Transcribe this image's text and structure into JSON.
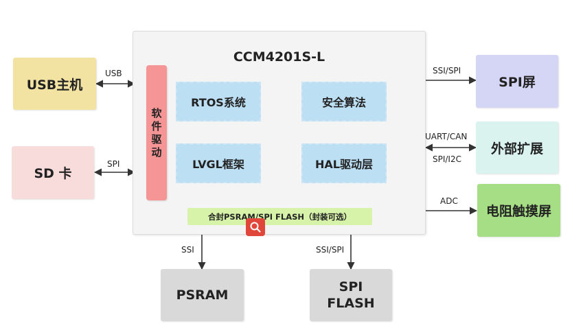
{
  "external": {
    "usb_host": "USB主机",
    "sd_card": "SD 卡",
    "spi_screen": "SPI屏",
    "ext_expansion": "外部扩展",
    "resistive_touch": "电阻触摸屏",
    "psram": "PSRAM",
    "spi_flash_line1": "SPI",
    "spi_flash_line2": "FLASH"
  },
  "chip": {
    "title": "CCM4201S-L",
    "driver_chars": [
      "软",
      "件",
      "驱",
      "动"
    ],
    "modules": {
      "rtos": "RTOS系统",
      "security": "安全算法",
      "lvgl": "LVGL框架",
      "hal": "HAL驱动层"
    },
    "flash_bar": "合封PSRAM/SPI FLASH（封装可选）"
  },
  "links": {
    "usb": "USB",
    "spi_left": "SPI",
    "ssi_spi_right": "SSI/SPI",
    "uart_can": "UART/CAN",
    "spi_i2c": "SPI/I2C",
    "adc": "ADC",
    "ssi_bottom": "SSI",
    "ssi_spi_bottom": "SSI/SPI"
  },
  "colors": {
    "usb_host": "#f2e3a3",
    "sd_card": "#f8dcdc",
    "spi_screen": "#d5d5f6",
    "ext_expansion": "#daf3ef",
    "resistive_touch": "#a6de86",
    "memory": "#d9d9d9",
    "chip": "#f4f4f4",
    "driver": "#f59595",
    "module": "#bcdff3",
    "flash_bar": "#d6f3a9",
    "search_button": "#e0463a"
  },
  "icons": {
    "search_button": "search-icon"
  }
}
